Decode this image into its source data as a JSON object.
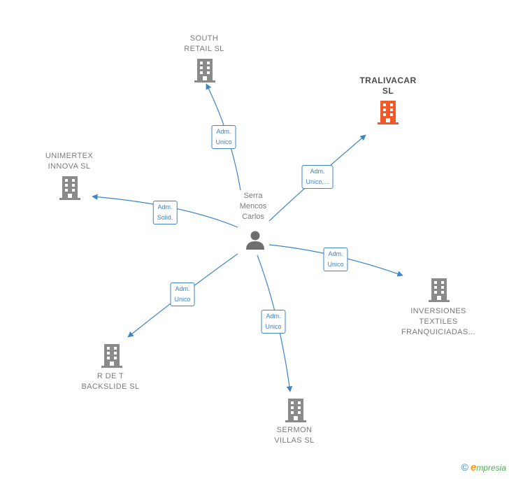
{
  "person": {
    "line1": "Serra",
    "line2": "Mencos",
    "line3": "Carlos",
    "icon": "person-icon"
  },
  "companies": {
    "south_retail": {
      "line1": "SOUTH",
      "line2": "RETAIL  SL"
    },
    "tralivacar": {
      "line1": "TRALIVACAR",
      "line2": "SL"
    },
    "unimertex": {
      "line1": "UNIMERTEX",
      "line2": "INNOVA  SL"
    },
    "inversiones": {
      "line1": "INVERSIONES",
      "line2": "TEXTILES",
      "line3": "FRANQUICIADAS..."
    },
    "rdet": {
      "line1": "R DE T",
      "line2": "BACKSLIDE SL"
    },
    "sermon": {
      "line1": "SERMON",
      "line2": "VILLAS  SL"
    }
  },
  "edges": {
    "south_retail": {
      "line1": "Adm.",
      "line2": "Unico"
    },
    "tralivacar": {
      "line1": "Adm.",
      "line2": "Unico,..."
    },
    "unimertex": {
      "line1": "Adm.",
      "line2": "Solid."
    },
    "inversiones": {
      "line1": "Adm.",
      "line2": "Unico"
    },
    "rdet": {
      "line1": "Adm.",
      "line2": "Unico"
    },
    "sermon": {
      "line1": "Adm.",
      "line2": "Unico"
    }
  },
  "colors": {
    "edge": "#3d85c6",
    "building": "#8a8a8a",
    "highlight": "#f05a28",
    "person": "#6e6e6e"
  },
  "footer": {
    "copyright": "©",
    "brand_initial": "e",
    "brand_rest": "mpresia"
  }
}
